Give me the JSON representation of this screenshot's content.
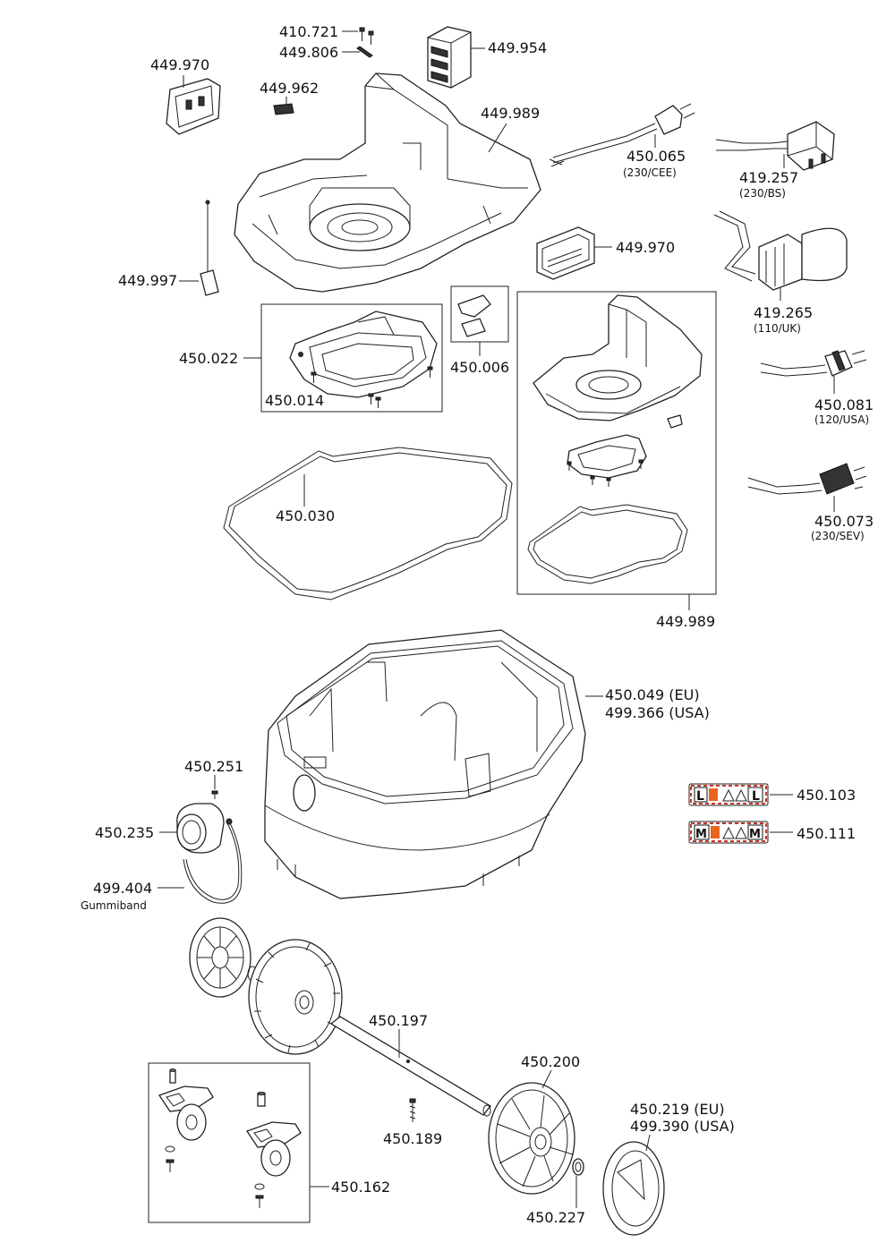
{
  "labels": {
    "p410721": "410.721",
    "p449806": "449.806",
    "p449954": "449.954",
    "p449970a": "449.970",
    "p449962": "449.962",
    "p449989a": "449.989",
    "p450065": "450.065",
    "p450065_sub": "(230/CEE)",
    "p419257": "419.257",
    "p419257_sub": "(230/BS)",
    "p449970b": "449.970",
    "p449997": "449.997",
    "p419265": "419.265",
    "p419265_sub": "(110/UK)",
    "p450022": "450.022",
    "p450006": "450.006",
    "p450014": "450.014",
    "p450081": "450.081",
    "p450081_sub": "(120/USA)",
    "p450030": "450.030",
    "p450073": "450.073",
    "p450073_sub": "(230/SEV)",
    "p449989b": "449.989",
    "p450049": "450.049 (EU)",
    "p499366": "499.366 (USA)",
    "p450251": "450.251",
    "p450103": "450.103",
    "p450235": "450.235",
    "p450111": "450.111",
    "p499404": "499.404",
    "p499404_sub": "Gummiband",
    "p450197": "450.197",
    "p450200": "450.200",
    "p450219": "450.219 (EU)",
    "p499390": "499.390 (USA)",
    "p450189": "450.189",
    "p450162": "450.162",
    "p450227": "450.227"
  },
  "stickers": {
    "size_l": "L",
    "size_m": "M",
    "accent": "#e8651f",
    "stripe": "#c0392b"
  }
}
